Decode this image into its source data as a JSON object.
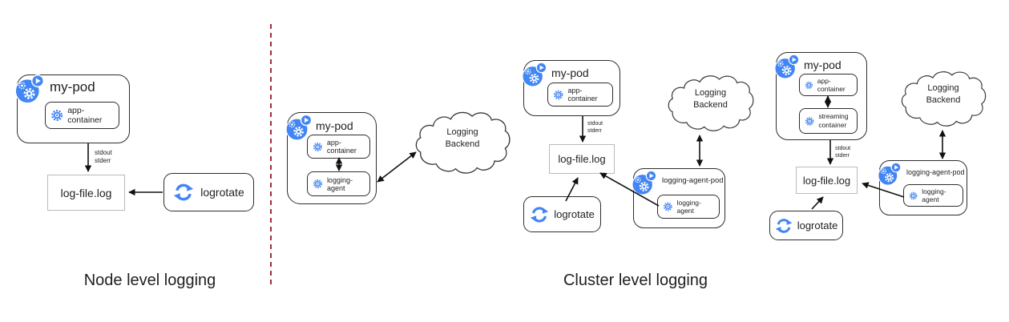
{
  "sections": {
    "node": {
      "title": "Node level logging"
    },
    "cluster": {
      "title": "Cluster level logging"
    }
  },
  "labels": {
    "my_pod": "my-pod",
    "app_container": "app-container",
    "logging_agent": "logging-agent",
    "streaming_container": "streaming container",
    "logging_agent_pod": "logging-agent-pod",
    "log_file": "log-file.log",
    "logrotate": "logrotate",
    "stdout": "stdout",
    "stderr": "stderr",
    "logging_backend": "Logging\nBackend"
  },
  "icons": {
    "pod": "pod-icon",
    "container": "container-gear-icon",
    "logrotate": "rotate-arrows-icon",
    "backend": "cloud-shape"
  },
  "colors": {
    "accent_blue": "#4285f4",
    "divider_red": "#9e2f39",
    "border_dark": "#2d2d2d",
    "border_light": "#bababa",
    "arrow_black": "#111111",
    "text": "#1f1f1f"
  }
}
